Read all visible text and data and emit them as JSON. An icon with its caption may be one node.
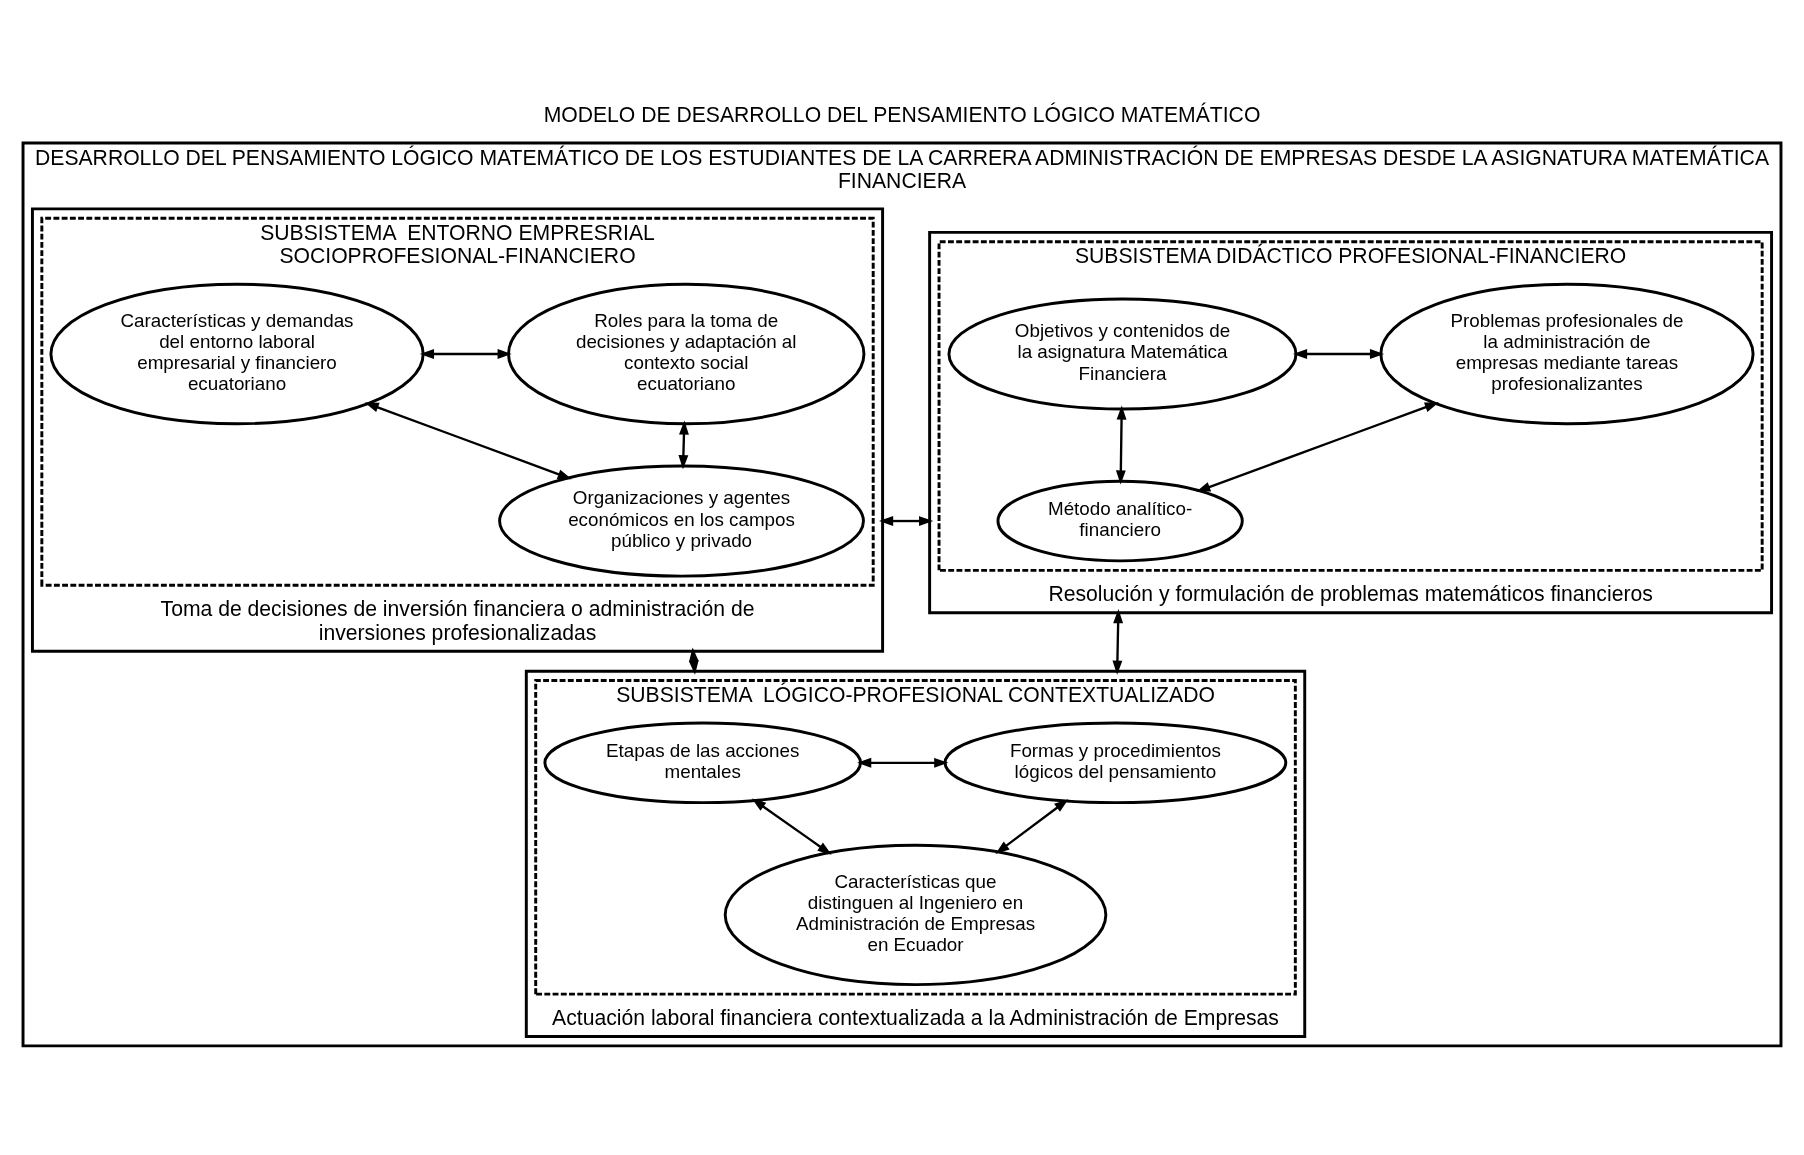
{
  "diagram": {
    "title": "MODELO DE DESARROLLO DEL PENSAMIENTO LÓGICO MATEMÁTICO",
    "nodes": [
      {
        "text": [
          "DESARROLLO DEL PENSAMIENTO LÓGICO MATEMÁTICO DE LOS ESTUDIANTES DE LA CARRERA ADMINISTRACIÓN DE EMPRESAS DESDE LA ASIGNATURA MATEMÁTICA FINANCIERA"
        ]
      },
      {
        "text": [
          "Resolución y formulación de problemas matemáticos financieros"
        ],
        "in": 0
      },
      {
        "text": [
          "SUBSISTEMA DIDÁCTICO PROFESIONAL-FINANCIERO"
        ],
        "in": 1
      },
      {
        "text": [
          "Objetivos y contenidos de la asignatura Matemática Financiera"
        ],
        "in": 2
      },
      {
        "text": [
          "Problemas profesionales de la administración de empresas mediante tareas profesionalizantes"
        ],
        "in": 2
      },
      {
        "text": [
          "Método analítico-financiero"
        ],
        "in": 2
      },
      {
        "text": [
          "Toma de decisiones de inversión financiera o administración de inversiones profesionalizadas"
        ],
        "in": 0
      },
      {
        "text": [
          "SUBSISTEMA  ENTORNO EMPRESRIAL SOCIOPROFESIONAL-FINANCIERO"
        ],
        "in": 6
      },
      {
        "text": [
          "Características y demandas del entorno laboral empresarial y financiero ecuatoriano"
        ],
        "in": 7
      },
      {
        "text": [
          "Roles para la toma de decisiones y adaptación al contexto social ecuatoriano"
        ],
        "in": 7
      },
      {
        "text": [
          "Organizaciones y agentes económicos en los campos público y privado"
        ],
        "in": 7
      },
      {
        "text": [
          "Actuación laboral financiera contextualizada a la Administración de Empresas"
        ],
        "in": 0
      },
      {
        "text": [
          "SUBSISTEMA  LÓGICO-PROFESIONAL CONTEXTUALIZADO"
        ],
        "in": 11
      },
      {
        "text": [
          "Formas y procedimientos lógicos del pensamiento"
        ],
        "in": 12
      },
      {
        "text": [
          "Etapas de las acciones mentales"
        ],
        "in": 12
      },
      {
        "text": [
          "Características que distinguen al Ingeniero en Administración de Empresas en Ecuador"
        ],
        "in": 12
      }
    ],
    "edges": [
      {
        "from": 3,
        "to": 4,
        "arrow": "both"
      },
      {
        "from": 3,
        "to": 5,
        "arrow": "both"
      },
      {
        "from": 4,
        "to": 5,
        "arrow": "both"
      },
      {
        "from": 1,
        "to": 6,
        "arrow": "both"
      },
      {
        "from": 8,
        "to": 9,
        "arrow": "both"
      },
      {
        "from": 8,
        "to": 10,
        "arrow": "both"
      },
      {
        "from": 9,
        "to": 10,
        "arrow": "both"
      },
      {
        "from": 1,
        "to": 11,
        "arrow": "both"
      },
      {
        "from": 6,
        "to": 11,
        "arrow": "both"
      },
      {
        "from": 13,
        "to": 14,
        "arrow": "both"
      },
      {
        "from": 13,
        "to": 15,
        "arrow": "both"
      },
      {
        "from": 14,
        "to": 15,
        "arrow": "both"
      }
    ]
  }
}
